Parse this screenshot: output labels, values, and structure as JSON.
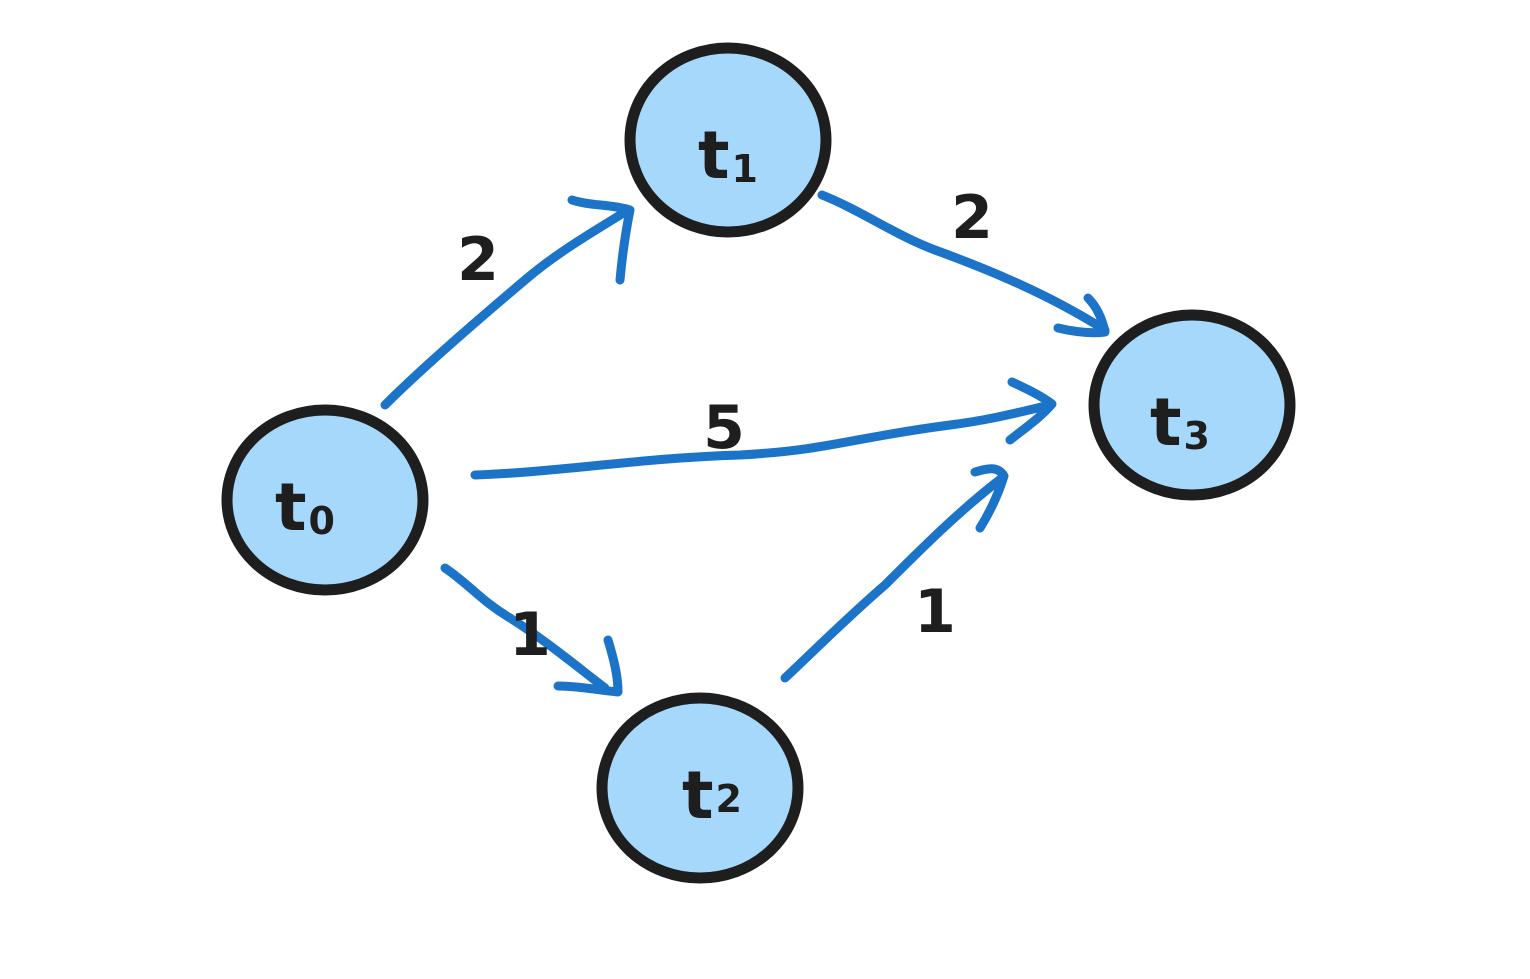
{
  "colors": {
    "node_fill": "#a6d8fc",
    "node_stroke": "#1e1e1e",
    "edge": "#1c74c8",
    "label": "#1e1e1e"
  },
  "nodes": [
    {
      "id": "t0",
      "base": "t",
      "sub": "0"
    },
    {
      "id": "t1",
      "base": "t",
      "sub": "1"
    },
    {
      "id": "t2",
      "base": "t",
      "sub": "2"
    },
    {
      "id": "t3",
      "base": "t",
      "sub": "3"
    }
  ],
  "edges": [
    {
      "from": "t0",
      "to": "t1",
      "weight": "2"
    },
    {
      "from": "t0",
      "to": "t3",
      "weight": "5"
    },
    {
      "from": "t0",
      "to": "t2",
      "weight": "1"
    },
    {
      "from": "t1",
      "to": "t3",
      "weight": "2"
    },
    {
      "from": "t2",
      "to": "t3",
      "weight": "1"
    }
  ]
}
